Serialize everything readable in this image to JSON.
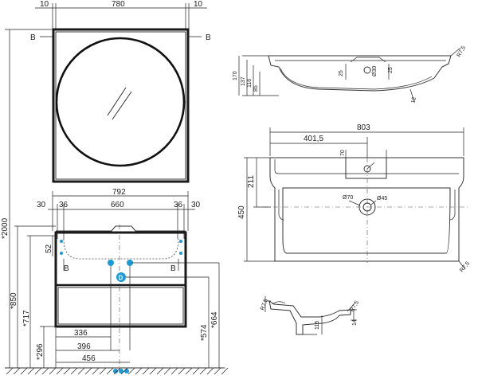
{
  "mirror": {
    "top_dims": [
      "10",
      "780",
      "10"
    ],
    "section_marks": [
      "B",
      "B"
    ]
  },
  "cabinet": {
    "width_dims": [
      "792",
      "30",
      "36",
      "660",
      "36",
      "30"
    ],
    "left_dims": [
      "52"
    ],
    "bottom_dims": [
      "336",
      "396",
      "456"
    ],
    "section_marks": [
      "B",
      "B"
    ],
    "connection_marker": "D",
    "mirror_section_marks": [
      "B",
      "B"
    ]
  },
  "height_dims": {
    "total": "*2000",
    "h850": "*850",
    "h717": "*717",
    "h296": "*296",
    "h574": "*574",
    "h664": "*664"
  },
  "basin_side": {
    "dims": [
      "170",
      "137",
      "116",
      "85",
      "25",
      "Ø30",
      "25",
      "R7,5",
      "12"
    ]
  },
  "basin_top": {
    "dims": [
      "803",
      "401,5",
      "70",
      "211",
      "450",
      "Ø70",
      "Ø45",
      "R7,5"
    ]
  },
  "basin_section": {
    "dims": [
      "R7,5",
      "115",
      "14",
      "R7,5"
    ]
  },
  "colors": {
    "line": "#222222",
    "marker": "#1a9ad6"
  }
}
